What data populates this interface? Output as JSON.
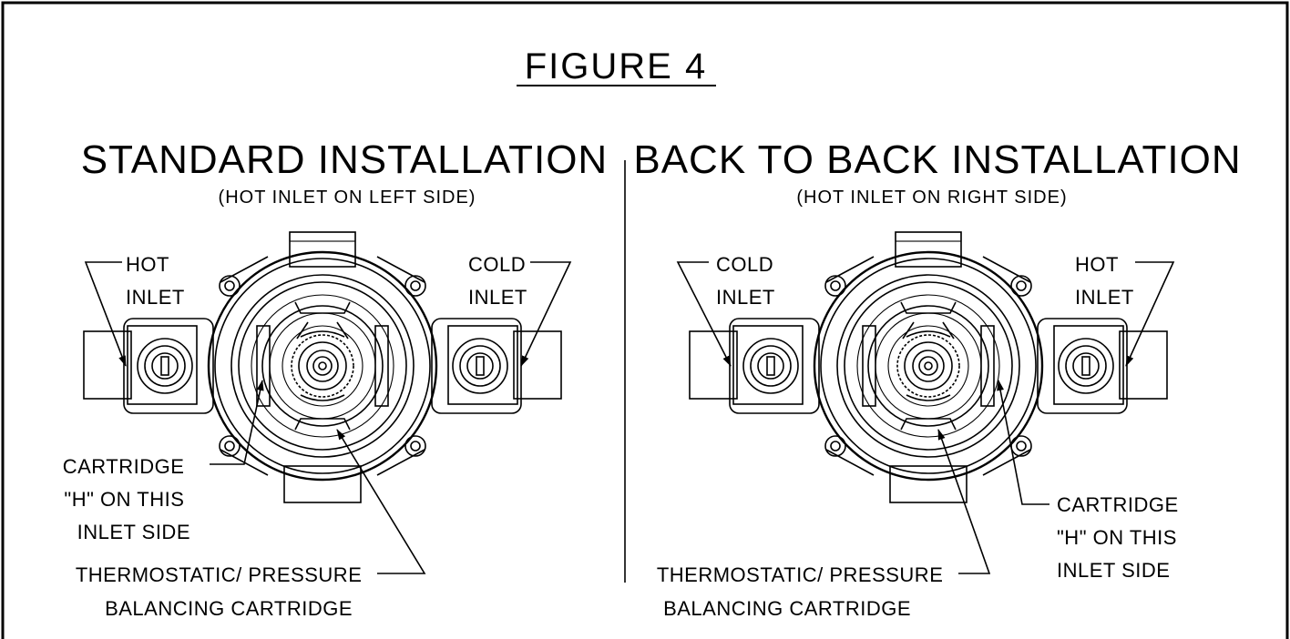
{
  "figure_title": "FIGURE 4",
  "left_panel": {
    "heading": "STANDARD INSTALLATION",
    "subheading": "(HOT INLET ON LEFT SIDE)",
    "label_left": [
      "HOT",
      "INLET"
    ],
    "label_right": [
      "COLD",
      "INLET"
    ],
    "label_cartridge_side": [
      "CARTRIDGE",
      "\"H\" ON THIS",
      "INLET SIDE"
    ],
    "label_cartridge": [
      "THERMOSTATIC/ PRESSURE",
      "BALANCING CARTRIDGE"
    ]
  },
  "right_panel": {
    "heading": "BACK TO BACK INSTALLATION",
    "subheading": "(HOT INLET ON RIGHT SIDE)",
    "label_left": [
      "COLD",
      "INLET"
    ],
    "label_right": [
      "HOT",
      "INLET"
    ],
    "label_cartridge_side": [
      "CARTRIDGE",
      "\"H\" ON THIS",
      "INLET SIDE"
    ],
    "label_cartridge": [
      "THERMOSTATIC/ PRESSURE",
      "BALANCING CARTRIDGE"
    ]
  },
  "colors": {
    "line": "#000000",
    "background": "#ffffff"
  }
}
